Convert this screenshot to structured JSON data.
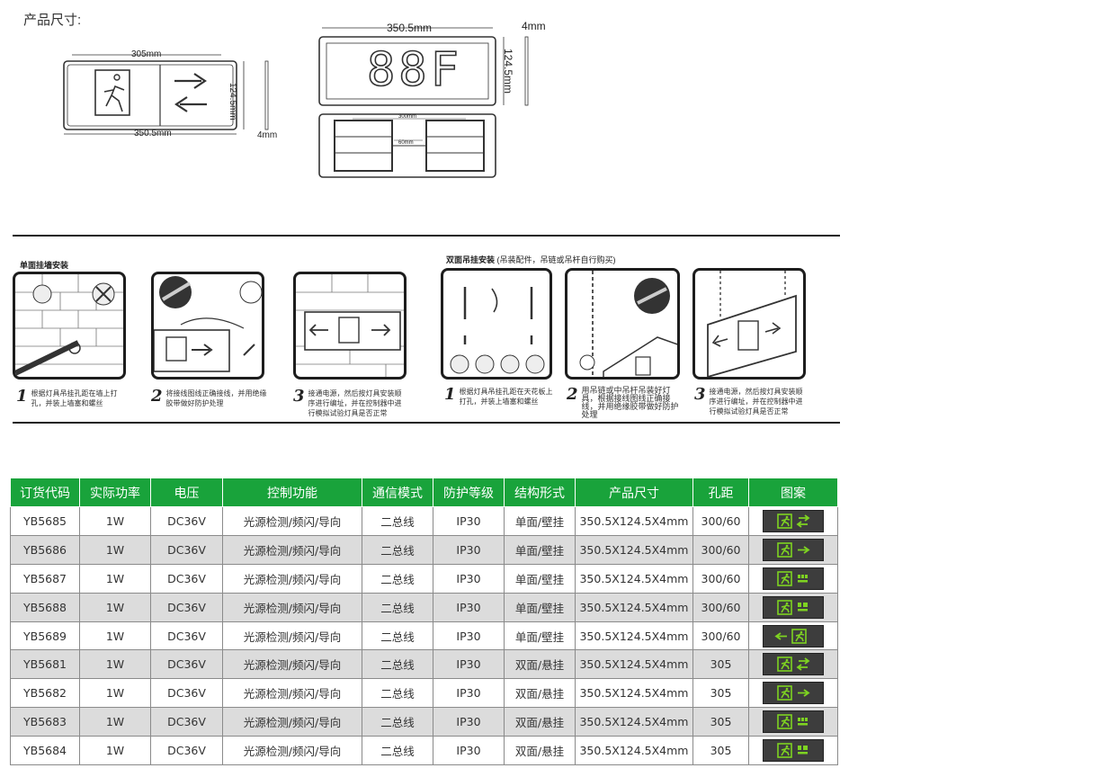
{
  "product_size_title": "产品尺寸:",
  "drawing1": {
    "width_top": "305mm",
    "height": "124.5mm",
    "width_bottom": "350.5mm",
    "depth": "4mm"
  },
  "drawing2": {
    "width": "350.5mm",
    "depth": "4mm",
    "height": "124.5mm",
    "display": "88F",
    "inner_width": "300mm",
    "hole": "60mm"
  },
  "single_install": {
    "title": "单面挂墙安装",
    "steps": [
      {
        "num": "1",
        "text": "根据灯具吊挂孔距在墙上打孔，并装上墙塞和螺丝"
      },
      {
        "num": "2",
        "text": "将接线图线正确接线，并用绝缘胶带做好防护处理"
      },
      {
        "num": "3",
        "text": "接通电源，然后按灯具安装顺序进行编址，并在控制器中进行模拟试验灯具是否正常"
      }
    ]
  },
  "double_install": {
    "title": "双面吊挂安装",
    "note": "(吊装配件，吊链或吊杆自行购买)",
    "steps": [
      {
        "num": "1",
        "text": "根据灯具吊挂孔距在天花板上打孔，并装上墙塞和螺丝"
      },
      {
        "num": "2",
        "text": "用吊链或中吊杆吊装好灯具，根据接线图线正确接线，并用绝缘胶带做好防护处理"
      },
      {
        "num": "3",
        "text": "接通电源，然后按灯具安装顺序进行编址，并在控制器中进行模拟试验灯具是否正常"
      }
    ]
  },
  "table": {
    "headers": [
      "订货代码",
      "实际功率",
      "电压",
      "控制功能",
      "通信模式",
      "防护等级",
      "结构形式",
      "产品尺寸",
      "孔距",
      "图案"
    ],
    "rows": [
      {
        "code": "YB5685",
        "power": "1W",
        "voltage": "DC36V",
        "control": "光源检测/频闪/导向",
        "comm": "二总线",
        "ip": "IP30",
        "structure": "单面/壁挂",
        "size": "350.5X124.5X4mm",
        "hole": "300/60",
        "pattern": "exit-bidirectional"
      },
      {
        "code": "YB5686",
        "power": "1W",
        "voltage": "DC36V",
        "control": "光源检测/频闪/导向",
        "comm": "二总线",
        "ip": "IP30",
        "structure": "单面/壁挂",
        "size": "350.5X124.5X4mm",
        "hole": "300/60",
        "pattern": "exit-right"
      },
      {
        "code": "YB5687",
        "power": "1W",
        "voltage": "DC36V",
        "control": "光源检测/频闪/导向",
        "comm": "二总线",
        "ip": "IP30",
        "structure": "单面/壁挂",
        "size": "350.5X124.5X4mm",
        "hole": "300/60",
        "pattern": "exit-text"
      },
      {
        "code": "YB5688",
        "power": "1W",
        "voltage": "DC36V",
        "control": "光源检测/频闪/导向",
        "comm": "二总线",
        "ip": "IP30",
        "structure": "单面/壁挂",
        "size": "350.5X124.5X4mm",
        "hole": "300/60",
        "pattern": "exit-floor"
      },
      {
        "code": "YB5689",
        "power": "1W",
        "voltage": "DC36V",
        "control": "光源检测/频闪/导向",
        "comm": "二总线",
        "ip": "IP30",
        "structure": "单面/壁挂",
        "size": "350.5X124.5X4mm",
        "hole": "300/60",
        "pattern": "exit-left"
      },
      {
        "code": "YB5681",
        "power": "1W",
        "voltage": "DC36V",
        "control": "光源检测/频闪/导向",
        "comm": "二总线",
        "ip": "IP30",
        "structure": "双面/悬挂",
        "size": "350.5X124.5X4mm",
        "hole": "305",
        "pattern": "exit-bidirectional"
      },
      {
        "code": "YB5682",
        "power": "1W",
        "voltage": "DC36V",
        "control": "光源检测/频闪/导向",
        "comm": "二总线",
        "ip": "IP30",
        "structure": "双面/悬挂",
        "size": "350.5X124.5X4mm",
        "hole": "305",
        "pattern": "exit-right"
      },
      {
        "code": "YB5683",
        "power": "1W",
        "voltage": "DC36V",
        "control": "光源检测/频闪/导向",
        "comm": "二总线",
        "ip": "IP30",
        "structure": "双面/悬挂",
        "size": "350.5X124.5X4mm",
        "hole": "305",
        "pattern": "exit-text"
      },
      {
        "code": "YB5684",
        "power": "1W",
        "voltage": "DC36V",
        "control": "光源检测/频闪/导向",
        "comm": "二总线",
        "ip": "IP30",
        "structure": "双面/悬挂",
        "size": "350.5X124.5X4mm",
        "hole": "305",
        "pattern": "exit-floor"
      }
    ]
  },
  "colors": {
    "header_green": "#19a33b",
    "sign_green": "#7ed321",
    "sign_bg": "#3d3d3d",
    "alt_row": "#dcdcdc"
  }
}
